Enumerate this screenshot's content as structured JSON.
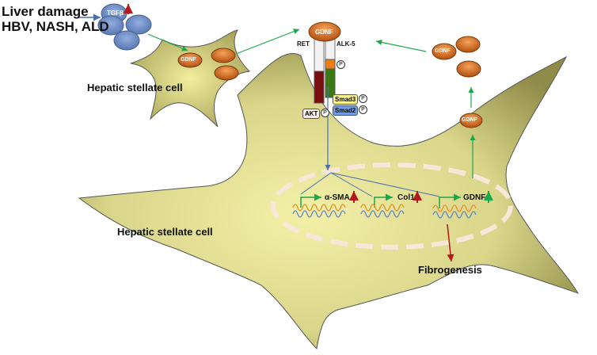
{
  "labels": {
    "liver_damage": "Liver damage",
    "causes": "HBV, NASH, ALD",
    "tgfb": "TGFβ",
    "hsc_small": "Hepatic stellate cell",
    "hsc_large": "Hepatic stellate cell",
    "gdnf_small_cell": "GDNF",
    "gdnf_receptor": "GDNF",
    "ret": "RET",
    "alk5": "ALK-5",
    "smad3": "Smad3",
    "smad2": "Smad2",
    "akt": "AKT",
    "phospho": "P",
    "gene_asma": "α-SMA",
    "gene_col1": "Col1",
    "gene_gdnf": "GDNF",
    "secreted_gdnf": "GDNF",
    "gdnf_cluster": "GDNF",
    "fibrogenesis": "Fibrogenesis"
  },
  "colors": {
    "cell_fill": "#d8d58a",
    "tgfb": "#6f8fc8",
    "gdnf": "#d66a1e",
    "ret": "#7a0d0d",
    "alk5": "#3c7a12",
    "green_arrow": "#1aa84a",
    "red_arrow": "#b41818",
    "blue_line": "#4a6fb0"
  }
}
